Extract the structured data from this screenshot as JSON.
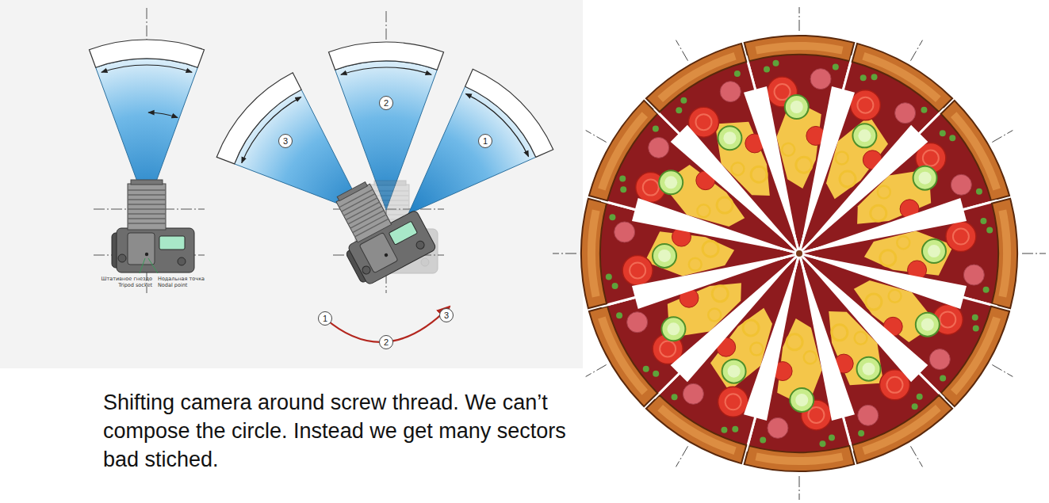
{
  "diagram": {
    "caption": "Shifting camera around screw thread. We can’t compose the circle. Instead we get many sectors bad stiched.",
    "nodes": [
      {
        "text": [
          "3"
        ]
      },
      {
        "text": [
          "2"
        ]
      },
      {
        "text": [
          "1"
        ]
      },
      {
        "text": [
          "1"
        ]
      },
      {
        "text": [
          "2"
        ]
      },
      {
        "text": [
          "3"
        ]
      }
    ],
    "labels": [
      "Штативное гнездо",
      "Tripod socket",
      "Нодальная точка",
      "Nodal point"
    ]
  }
}
